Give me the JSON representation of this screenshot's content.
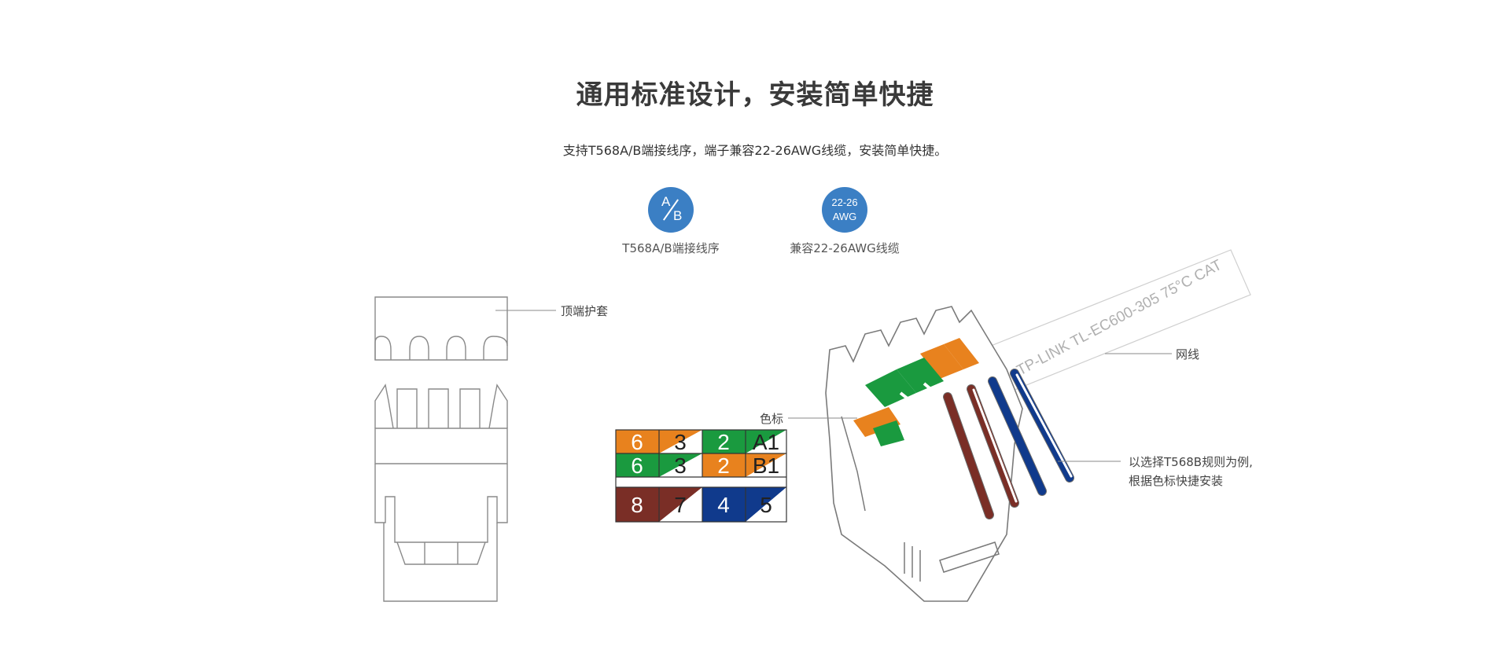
{
  "header": {
    "title": "通用标准设计，安装简单快捷",
    "subtitle": "支持T568A/B端接线序，端子兼容22-26AWG线缆，安装简单快捷。"
  },
  "features": [
    {
      "icon": "ab-wiring-icon",
      "icon_text_a": "A",
      "icon_text_b": "B",
      "caption": "T568A/B端接线序"
    },
    {
      "icon": "awg-icon",
      "icon_text_1": "22-26",
      "icon_text_2": "AWG",
      "caption": "兼容22-26AWG线缆"
    }
  ],
  "callouts": {
    "top_cover": "顶端护套",
    "color_code": "色标",
    "cable": "网线",
    "instruction_line1": "以选择T568B规则为例,",
    "instruction_line2": "根据色标快捷安装"
  },
  "cable_print": "TP-LINK TL-EC600-305 75°C CAT",
  "color_table": {
    "row1": [
      "6",
      "3",
      "2",
      "A1"
    ],
    "row2": [
      "6",
      "3",
      "2",
      "B1"
    ],
    "row3": [
      "8",
      "7",
      "4",
      "5"
    ]
  },
  "colors": {
    "accent_blue": "#3b7fc4",
    "orange": "#e8821e",
    "green": "#1a9a3f",
    "brown": "#7a2e26",
    "navy": "#103a8c"
  }
}
